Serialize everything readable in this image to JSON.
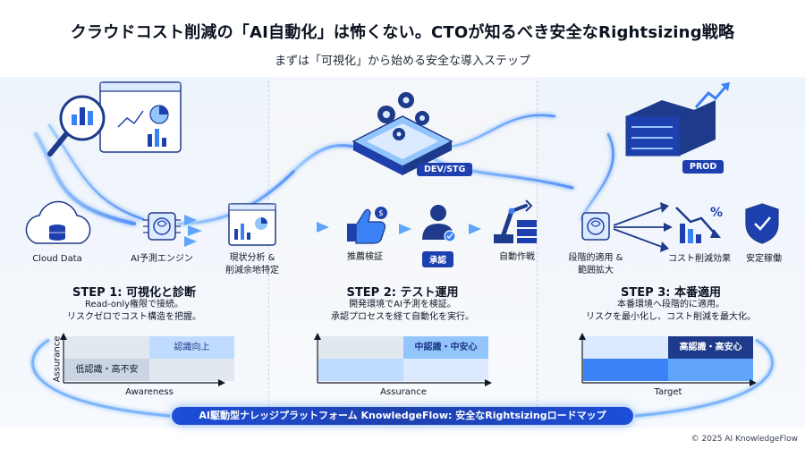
{
  "title": "クラウドコスト削減の「AI自動化」は怖くない。CTOが知るべき安全なRightsizing戦略",
  "subtitle": "まずは「可視化」から始める安全な導入ステップ",
  "colors": {
    "accent": "#1e40af",
    "glow": "#3b82f6",
    "panel": "#eef4fb",
    "deep": "#1e3a8a"
  },
  "flow": {
    "cloud_data": "Cloud Data",
    "ai_engine": "AI予測エンジン",
    "analysis_line1": "現状分析 &",
    "analysis_line2": "削減余地特定",
    "dev_badge": "DEV/STG",
    "recommend": "推薦検証",
    "approve": "承認",
    "automation": "自動作戦",
    "staged_line1": "段階的適用 &",
    "staged_line2": "範囲拡大",
    "prod_badge": "PROD",
    "cost_effect": "コスト削減効果",
    "stable": "安定稼働"
  },
  "steps": [
    {
      "title": "STEP 1: 可視化と診断",
      "desc1": "Read-only権限で接続。",
      "desc2": "リスクゼロでコスト構造を把握。",
      "matrix": {
        "hi": "認識向上",
        "lo": "低認識・高不安",
        "x_label": "Awareness",
        "y_label": "Assurance"
      }
    },
    {
      "title": "STEP 2: テスト運用",
      "desc1": "開発環境でAI予測を検証。",
      "desc2": "承認プロセスを経て自動化を実行。",
      "matrix": {
        "hi": "中認識・中安心",
        "x_label": "Assurance"
      }
    },
    {
      "title": "STEP 3: 本番適用",
      "desc1": "本番環境へ段階的に適用。",
      "desc2": "リスクを最小化し、コスト削減を最大化。",
      "matrix": {
        "hi": "高認識・高安心",
        "x_label": "Target"
      }
    }
  ],
  "footer": "AI駆動型ナレッジプラットフォーム KnowledgeFlow: 安全なRightsizingロードマップ",
  "copyright": "© 2025 AI KnowledgeFlow"
}
